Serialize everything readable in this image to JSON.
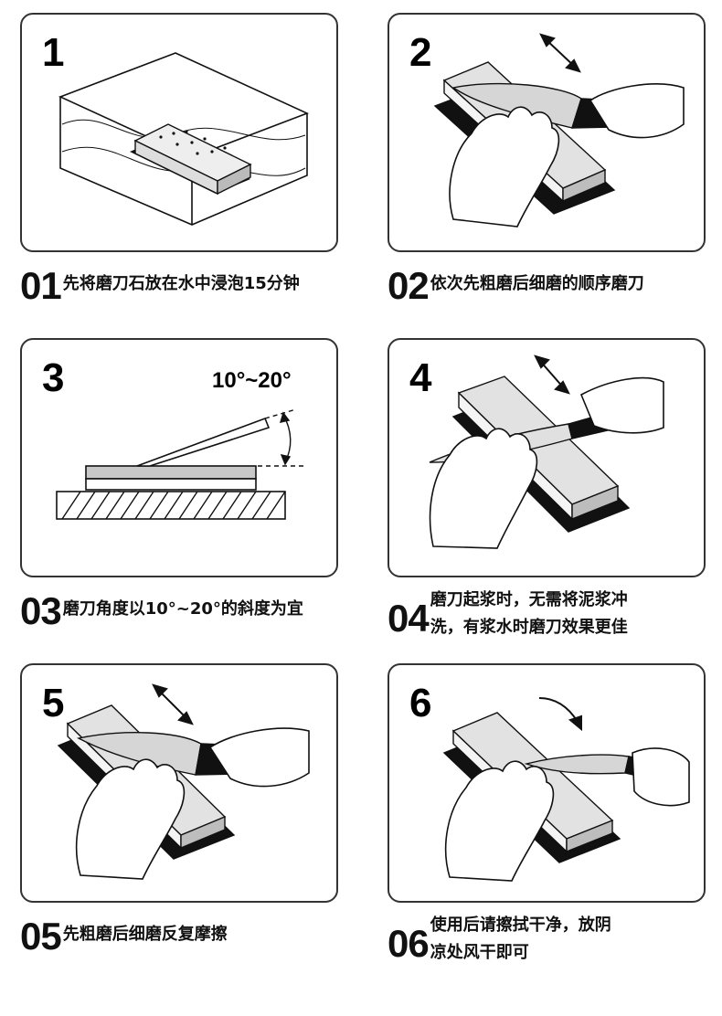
{
  "steps": [
    {
      "panel_number": "1",
      "caption_number": "01",
      "caption_lines": [
        "先将磨刀石放在水中浸泡15分钟"
      ]
    },
    {
      "panel_number": "2",
      "caption_number": "02",
      "caption_lines": [
        "依次先粗磨后细磨的顺序磨刀"
      ]
    },
    {
      "panel_number": "3",
      "caption_number": "03",
      "caption_lines": [
        "磨刀角度以10°~20°的斜度为宜"
      ],
      "angle_label": "10°~20°"
    },
    {
      "panel_number": "4",
      "caption_number": "04",
      "caption_lines": [
        "磨刀起浆时，无需将泥浆冲",
        "洗，有浆水时磨刀效果更佳"
      ]
    },
    {
      "panel_number": "5",
      "caption_number": "05",
      "caption_lines": [
        "先粗磨后细磨反复摩擦"
      ]
    },
    {
      "panel_number": "6",
      "caption_number": "06",
      "caption_lines": [
        "使用后请擦拭干净，放阴",
        "凉处风干即可"
      ]
    }
  ],
  "colors": {
    "stone_top": "#e2e2e2",
    "stone_side": "#bdbdbd",
    "stone_base": "#1a1a1a",
    "line": "#111111"
  }
}
